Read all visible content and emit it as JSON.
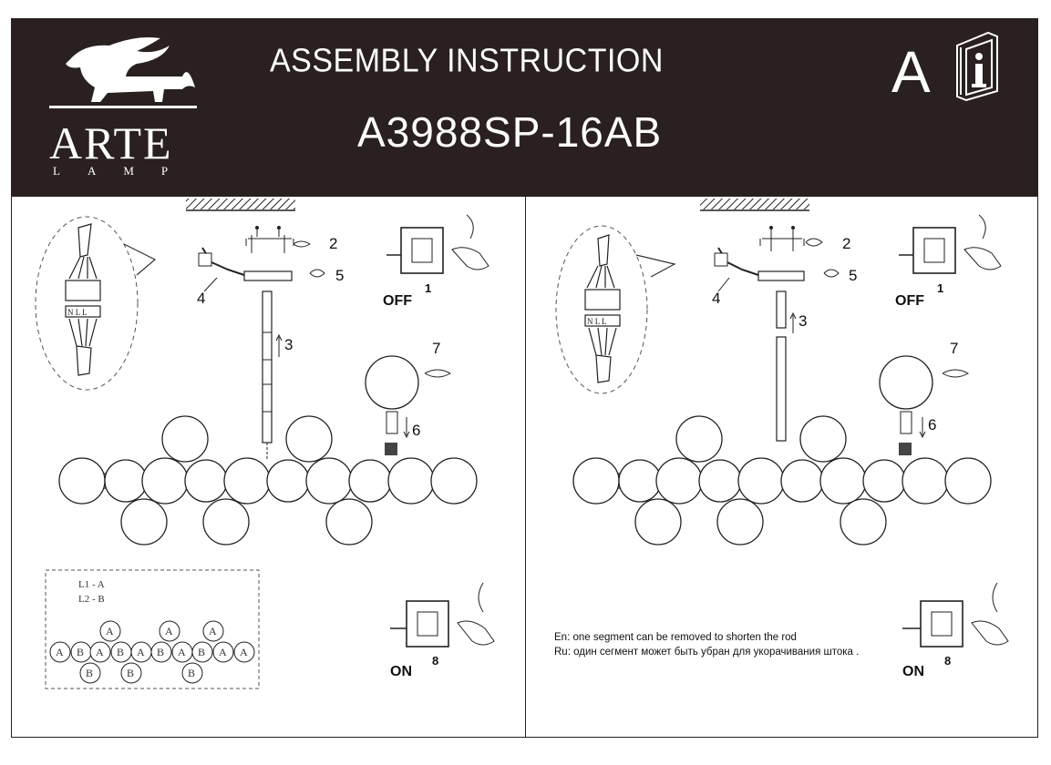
{
  "header": {
    "title": "ASSEMBLY INSTRUCTION",
    "model": "A3988SP-16AB",
    "brand": "ARTE",
    "brand_sub": "LAMP",
    "badge": "A"
  },
  "steps": {
    "s1": "1",
    "s2": "2",
    "s3": "3",
    "s4": "4",
    "s5": "5",
    "s6": "6",
    "s7": "7",
    "s8": "8"
  },
  "switch": {
    "off": "OFF",
    "on": "ON"
  },
  "wiring_legend": {
    "l1": "L1 - A",
    "l2": "L2 - B"
  },
  "terminal_labels": "N L L",
  "schema": {
    "a": "A",
    "b": "B"
  },
  "note": {
    "en": "En: one segment can be removed to shorten the rod",
    "ru": "Ru: один сегмент может быть убран для укорачивания штока ."
  },
  "colors": {
    "header_bg": "#2a2020",
    "line": "#222222"
  }
}
